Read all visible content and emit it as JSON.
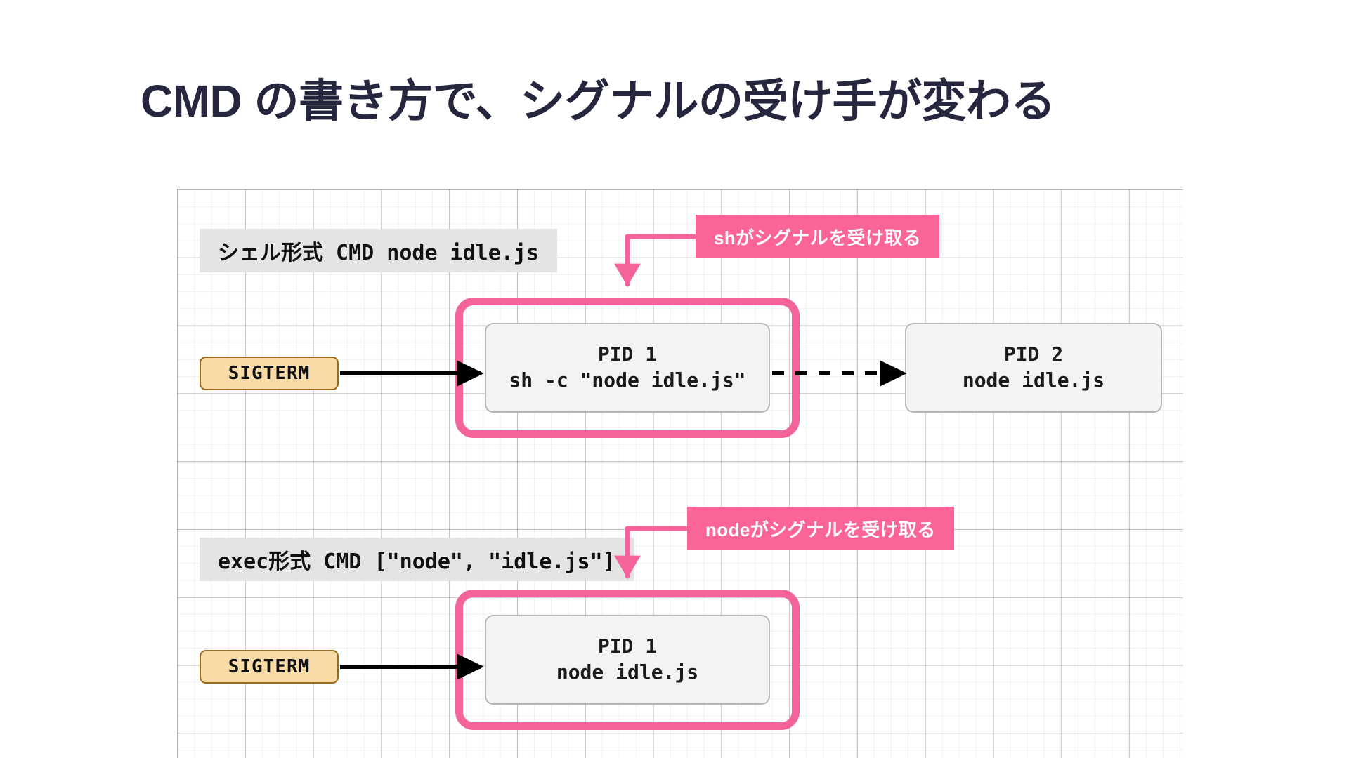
{
  "page": {
    "title": "CMD の書き方で、シグナルの受け手が変わる",
    "background": "#ffffff",
    "title_color": "#26263f"
  },
  "colors": {
    "pink": "#fa6496",
    "pink_border": "#f4649a",
    "sigterm_fill": "#f8dba6",
    "sigterm_border": "#9a6b19",
    "proc_fill": "#f3f3f3",
    "proc_border": "#b6b6b6",
    "label_fill": "#e4e4e4",
    "arrow_black": "#000000"
  },
  "diagram": {
    "rows": [
      {
        "id": "shell-form",
        "form_label": "シェル形式 CMD node idle.js",
        "signal_chip": "SIGTERM",
        "callout": "shがシグナルを受け取る",
        "processes": [
          {
            "id": "pid1-top",
            "pid_line": "PID 1",
            "cmd_line": "sh -c \"node idle.js\""
          },
          {
            "id": "pid2",
            "pid_line": "PID 2",
            "cmd_line": "node idle.js"
          }
        ],
        "arrows": [
          {
            "from": "SIGTERM",
            "to": "PID 1",
            "style": "solid"
          },
          {
            "from": "PID 1",
            "to": "PID 2",
            "style": "dashed"
          },
          {
            "from": "callout",
            "to": "pink-group",
            "style": "elbow-pink"
          }
        ]
      },
      {
        "id": "exec-form",
        "form_label": "exec形式 CMD [\"node\", \"idle.js\"]",
        "signal_chip": "SIGTERM",
        "callout": "nodeがシグナルを受け取る",
        "processes": [
          {
            "id": "pid1-bottom",
            "pid_line": "PID 1",
            "cmd_line": "node idle.js"
          }
        ],
        "arrows": [
          {
            "from": "SIGTERM",
            "to": "PID 1",
            "style": "solid"
          },
          {
            "from": "callout",
            "to": "pink-group",
            "style": "elbow-pink"
          }
        ]
      }
    ]
  }
}
